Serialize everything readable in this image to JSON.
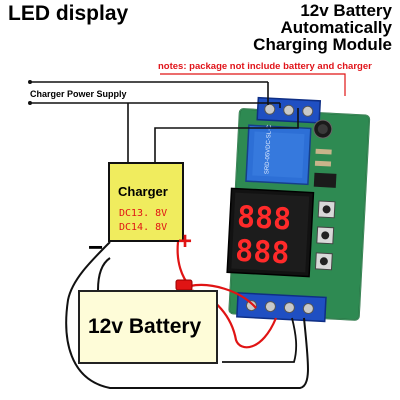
{
  "header": {
    "left_title": "LED display",
    "right_title_lines": [
      "12v Battery",
      "Automatically",
      "Charging Module"
    ]
  },
  "note": "notes: package not include battery and charger",
  "supply_label": "Charger Power Supply",
  "charger": {
    "label": "Charger",
    "voltage_1": "DC13. 8V",
    "voltage_2": "DC14. 8V"
  },
  "battery": {
    "label": "12v Battery"
  },
  "terminals": {
    "minus": "−",
    "plus": "+"
  },
  "module": {
    "led_display_value": "888",
    "relay_label": "SRD-05VDC-SL-C"
  },
  "colors": {
    "charger_fill": "#f0ec5e",
    "battery_fill": "#fefcd8",
    "wire_red": "#e01414",
    "wire_black": "#111111",
    "pcb_green": "#2e8a52",
    "terminal_blue": "#1f4fc2",
    "relay_blue": "#2d6fd6",
    "led_red": "#ff2a2a"
  }
}
